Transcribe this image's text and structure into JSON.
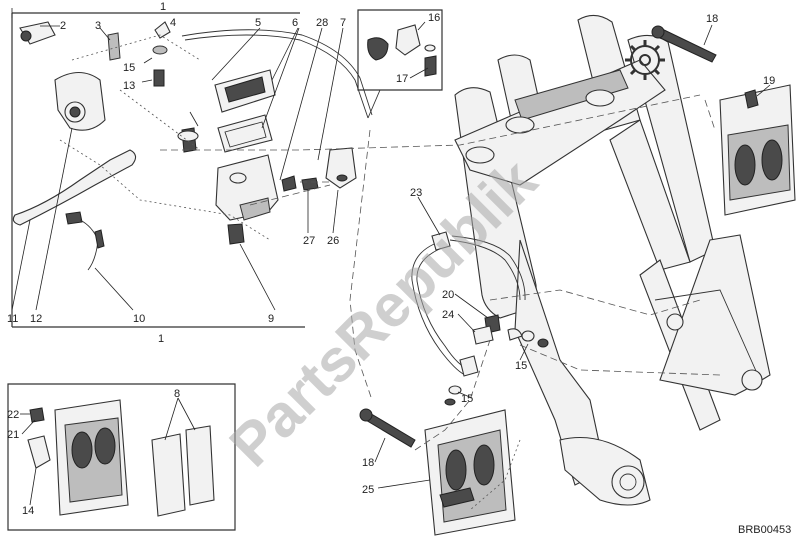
{
  "diagram": {
    "code": "BRB00453",
    "watermark": "PartsRepublik",
    "callouts": [
      "1",
      "2",
      "3",
      "4",
      "5",
      "6",
      "28",
      "7",
      "15",
      "13",
      "16",
      "17",
      "18",
      "19",
      "11",
      "12",
      "10",
      "9",
      "1",
      "27",
      "26",
      "23",
      "20",
      "24",
      "15",
      "15",
      "22",
      "21",
      "8",
      "14",
      "18",
      "25"
    ]
  }
}
